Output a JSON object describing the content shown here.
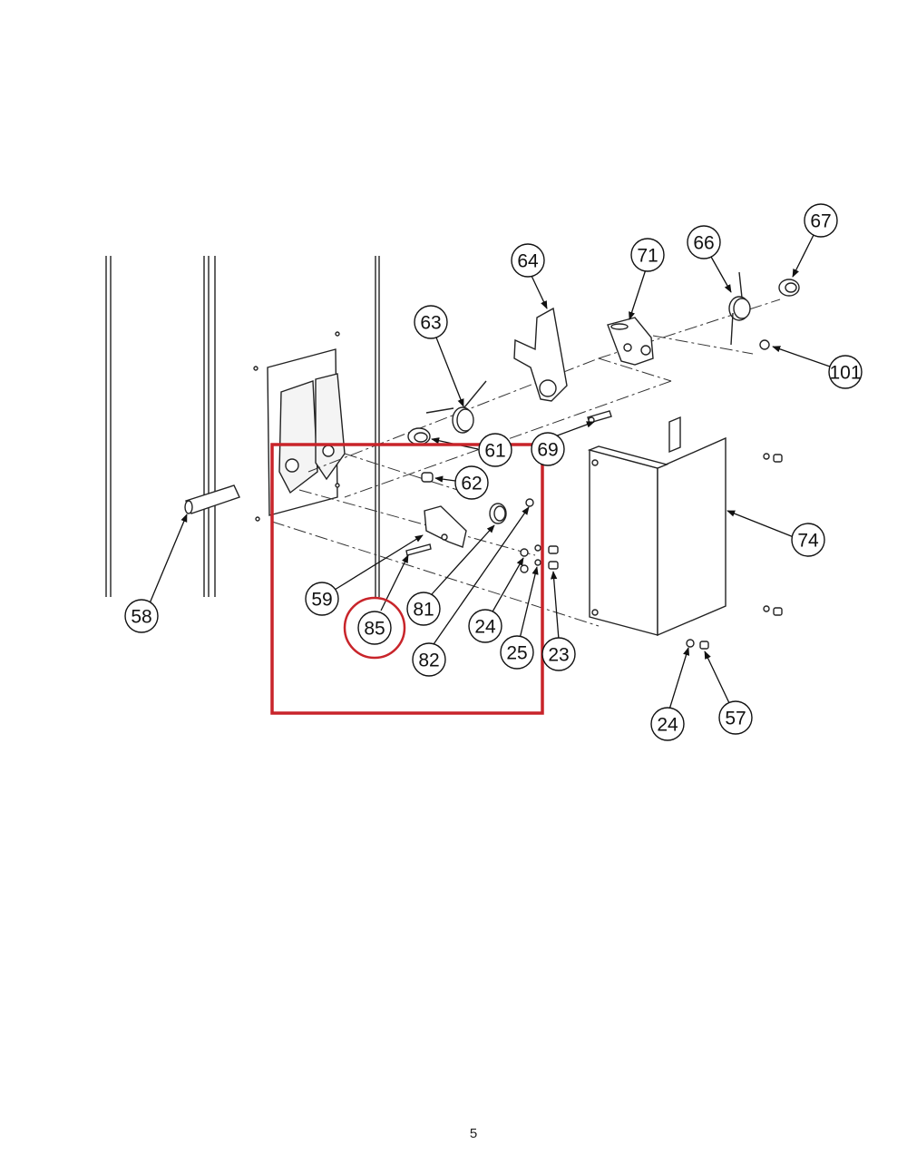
{
  "page_number": "5",
  "highlight": {
    "box_color": "#c8242a",
    "ring_color": "#c8242a",
    "ring_label": "85"
  },
  "callouts": {
    "c67": "67",
    "c66": "66",
    "c71": "71",
    "c64": "64",
    "c63": "63",
    "c101": "101",
    "c61": "61",
    "c69": "69",
    "c62": "62",
    "c74": "74",
    "c58": "58",
    "c59": "59",
    "c85": "85",
    "c81": "81",
    "c24a": "24",
    "c82": "82",
    "c25": "25",
    "c23": "23",
    "c24b": "24",
    "c57": "57"
  }
}
